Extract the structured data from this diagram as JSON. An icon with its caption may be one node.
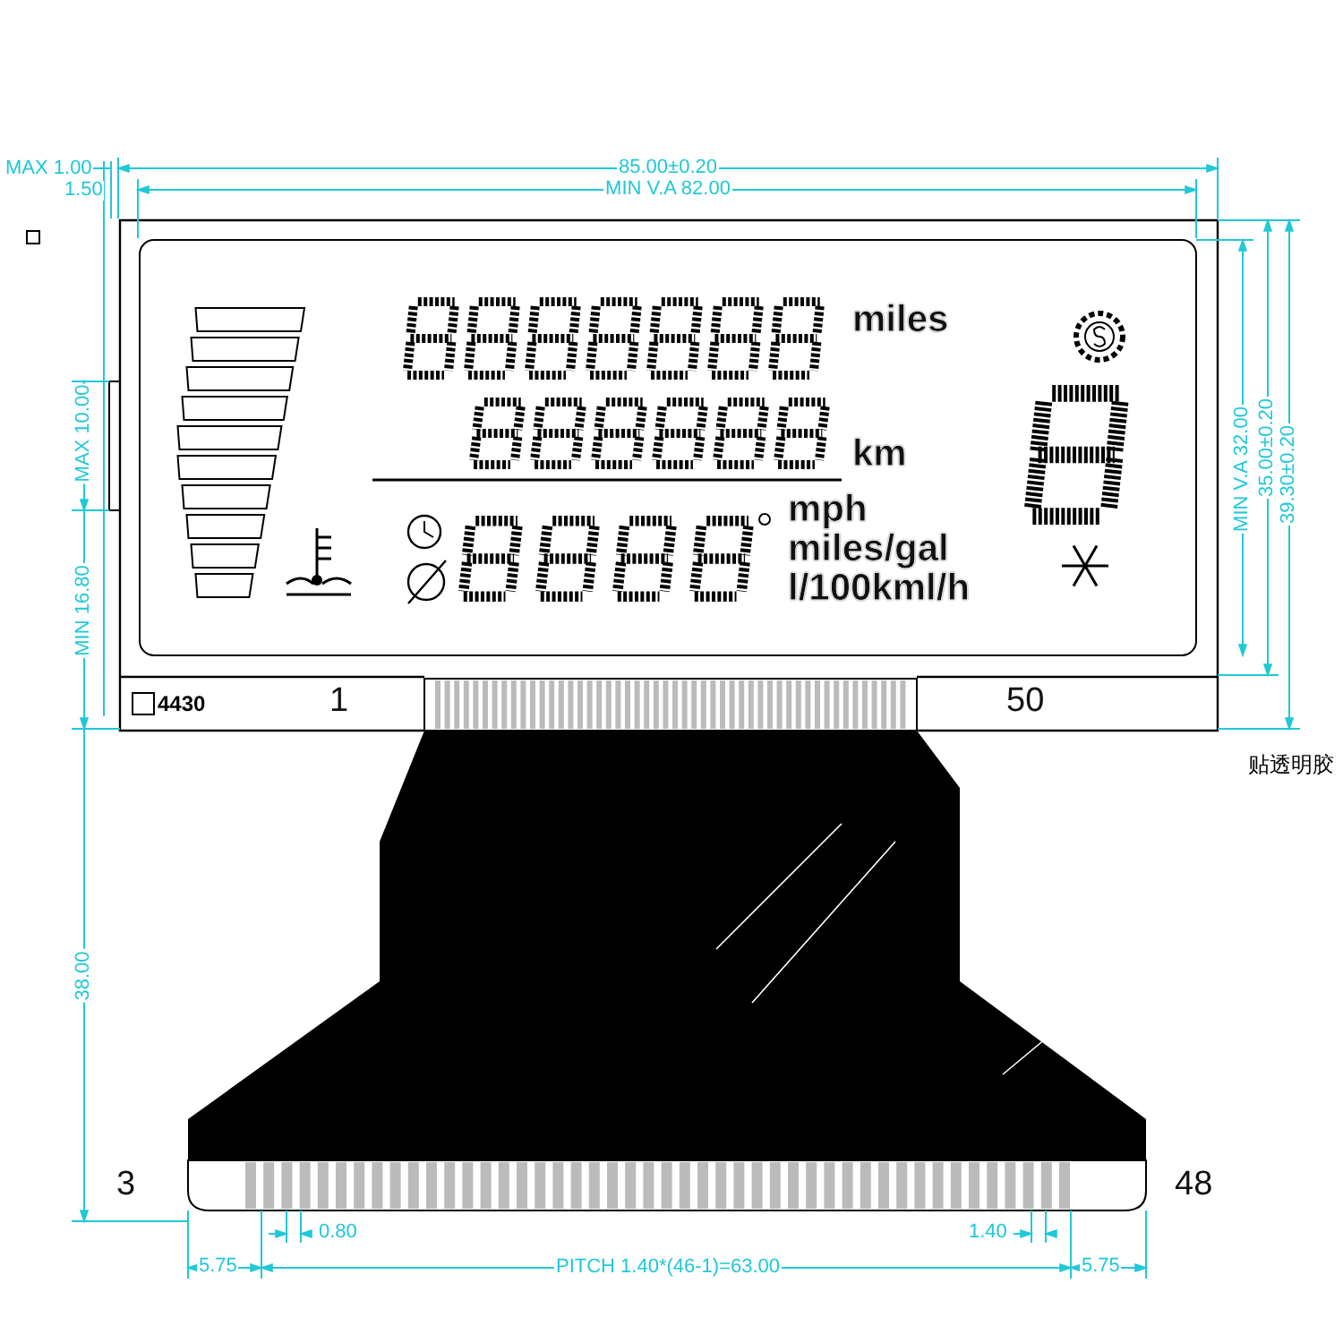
{
  "diagram": {
    "labels": [
      "MAX 1.00",
      "85.00±0.20",
      "1.50",
      "MIN V.A 82.00",
      "miles",
      "MIN V.A 32.00",
      "35.00±0.20",
      "39.30±0.20",
      "MAX 10.00",
      "km",
      "mph",
      "miles/gal",
      "l/100kml/h",
      "MIN 16.80",
      "4430",
      "1",
      "50",
      "贴透明胶",
      "38.00",
      "3",
      "48",
      "0.80",
      "1.40",
      "5.75",
      "PITCH 1.40*(46-1)=63.00",
      "5.75"
    ]
  }
}
